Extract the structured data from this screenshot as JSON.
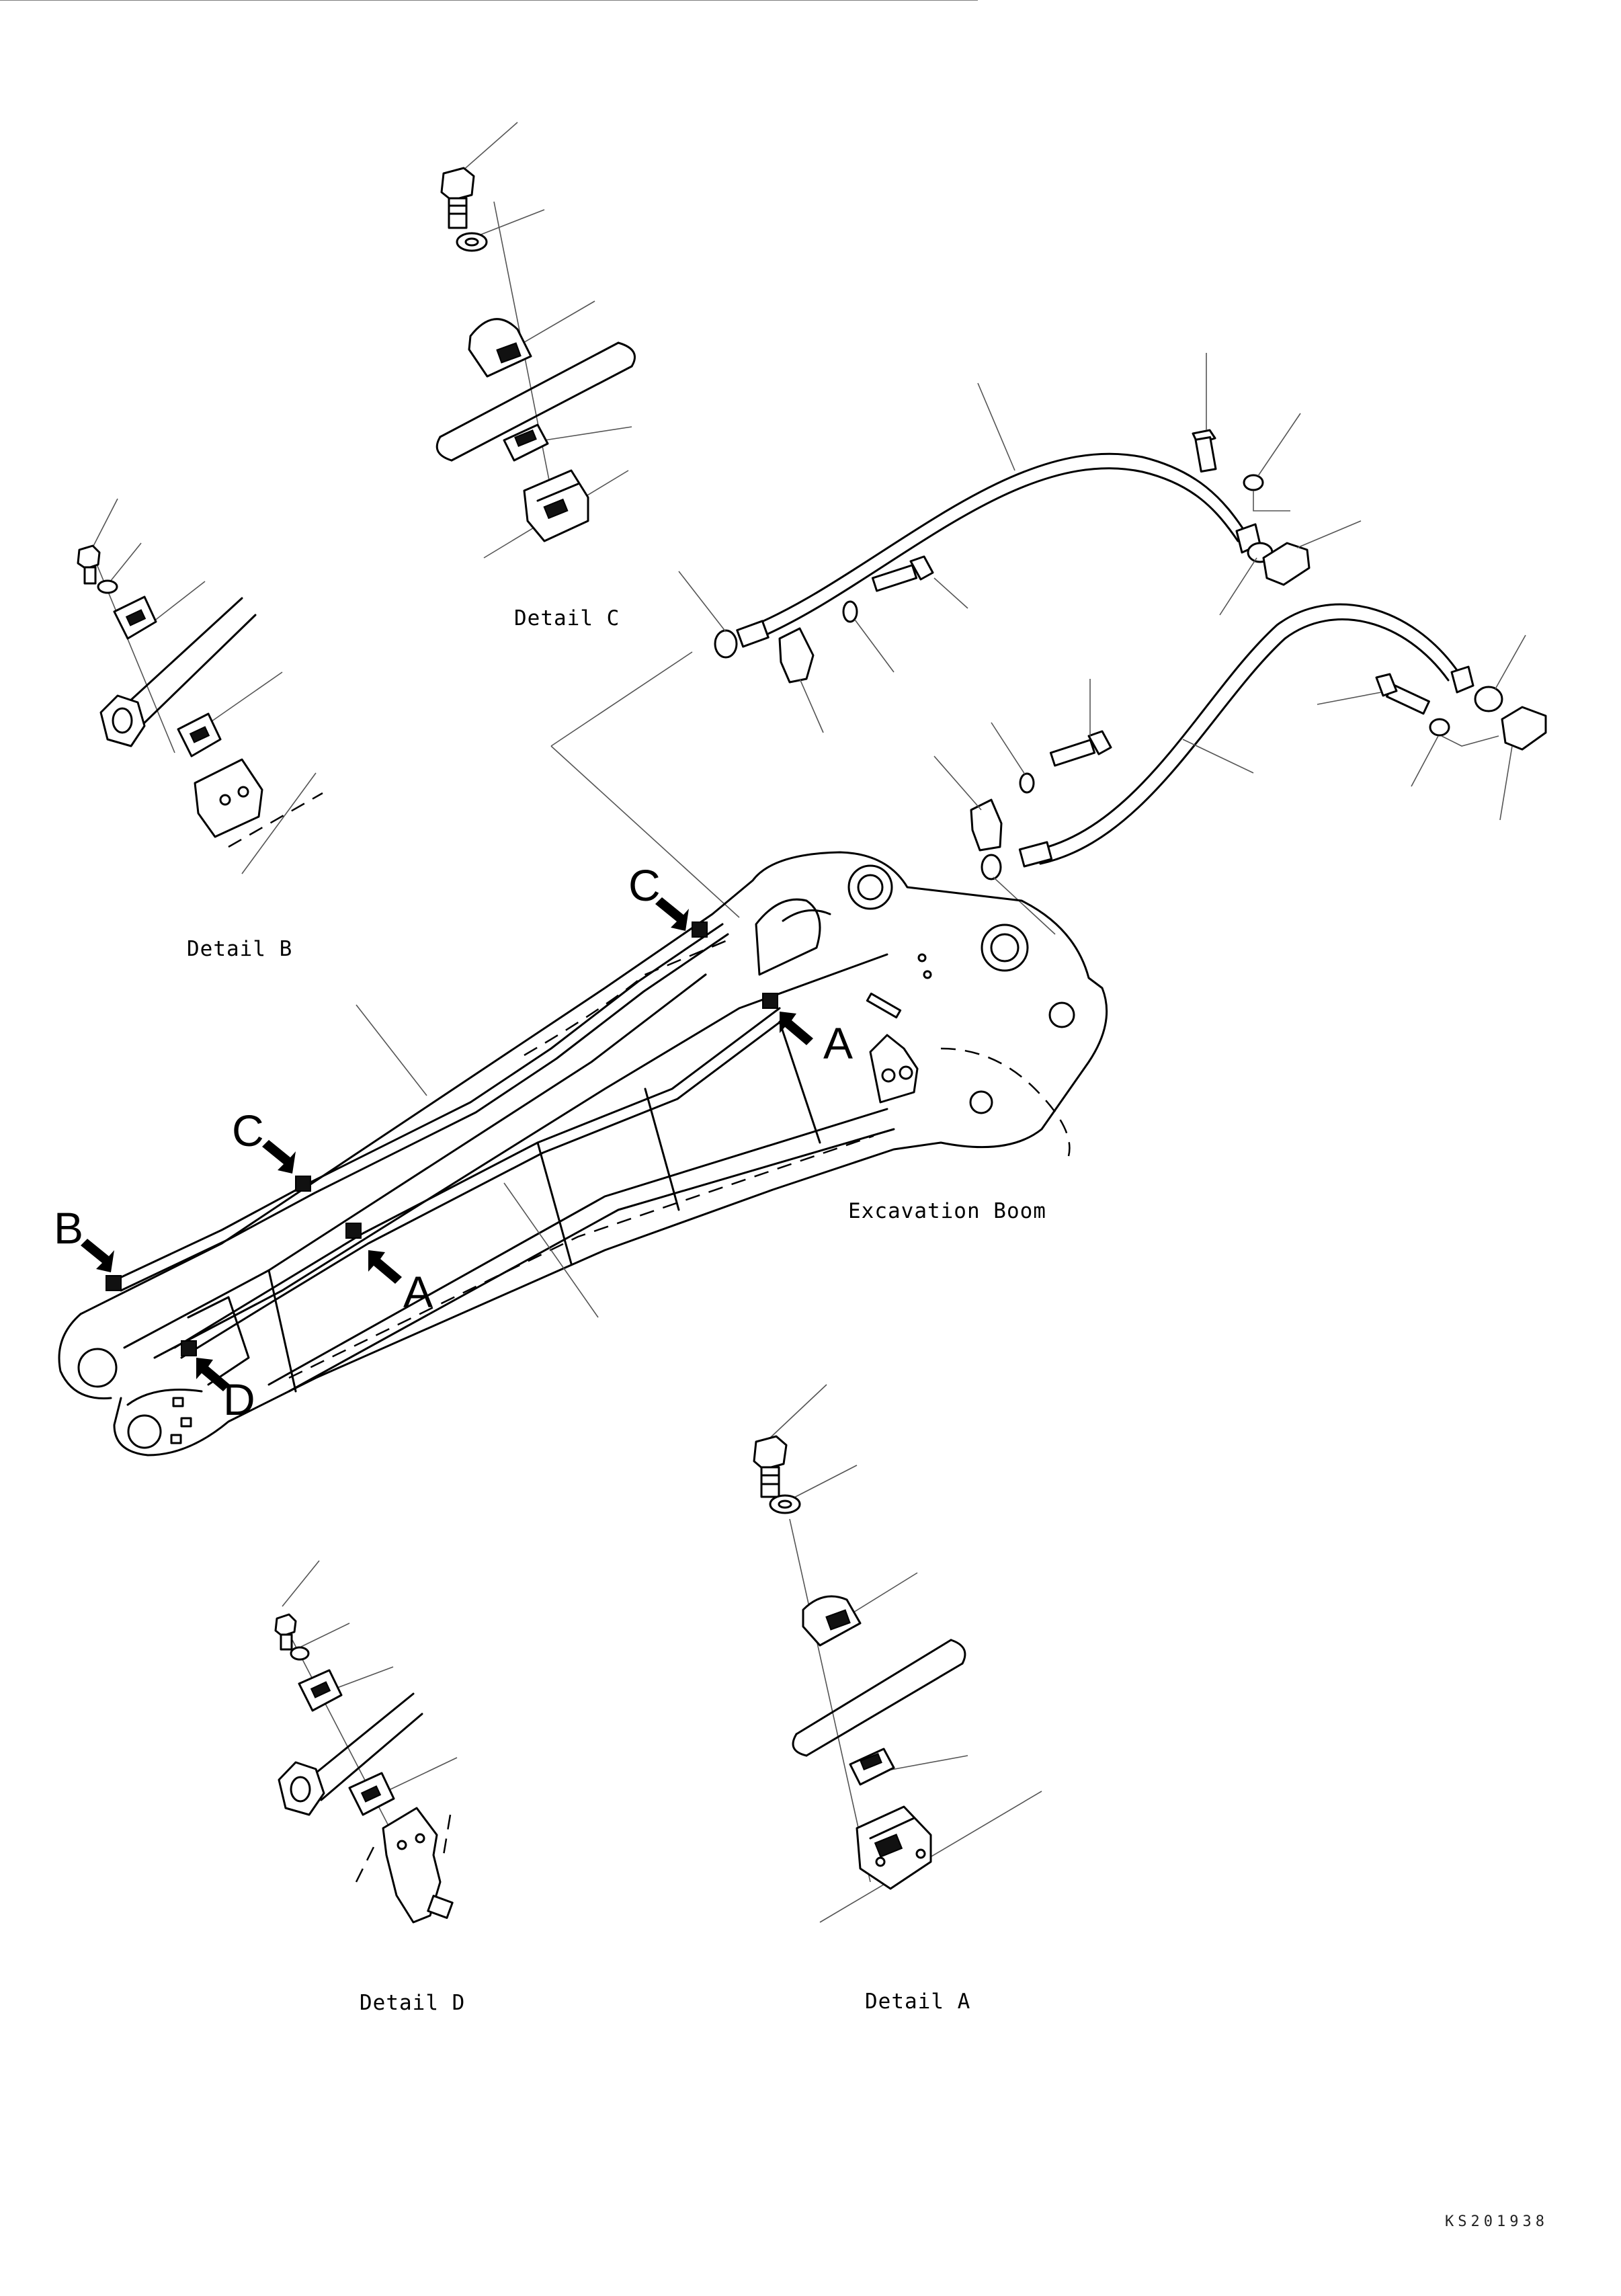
{
  "labels": {
    "detail_c": "Detail C",
    "detail_b": "Detail B",
    "detail_d": "Detail D",
    "detail_a": "Detail A",
    "boom": "Excavation Boom",
    "doc_code": "KS201938"
  },
  "callouts": {
    "c_top": "C",
    "c_mid": "C",
    "a_right": "A",
    "a_mid": "A",
    "b": "B",
    "d": "D"
  }
}
